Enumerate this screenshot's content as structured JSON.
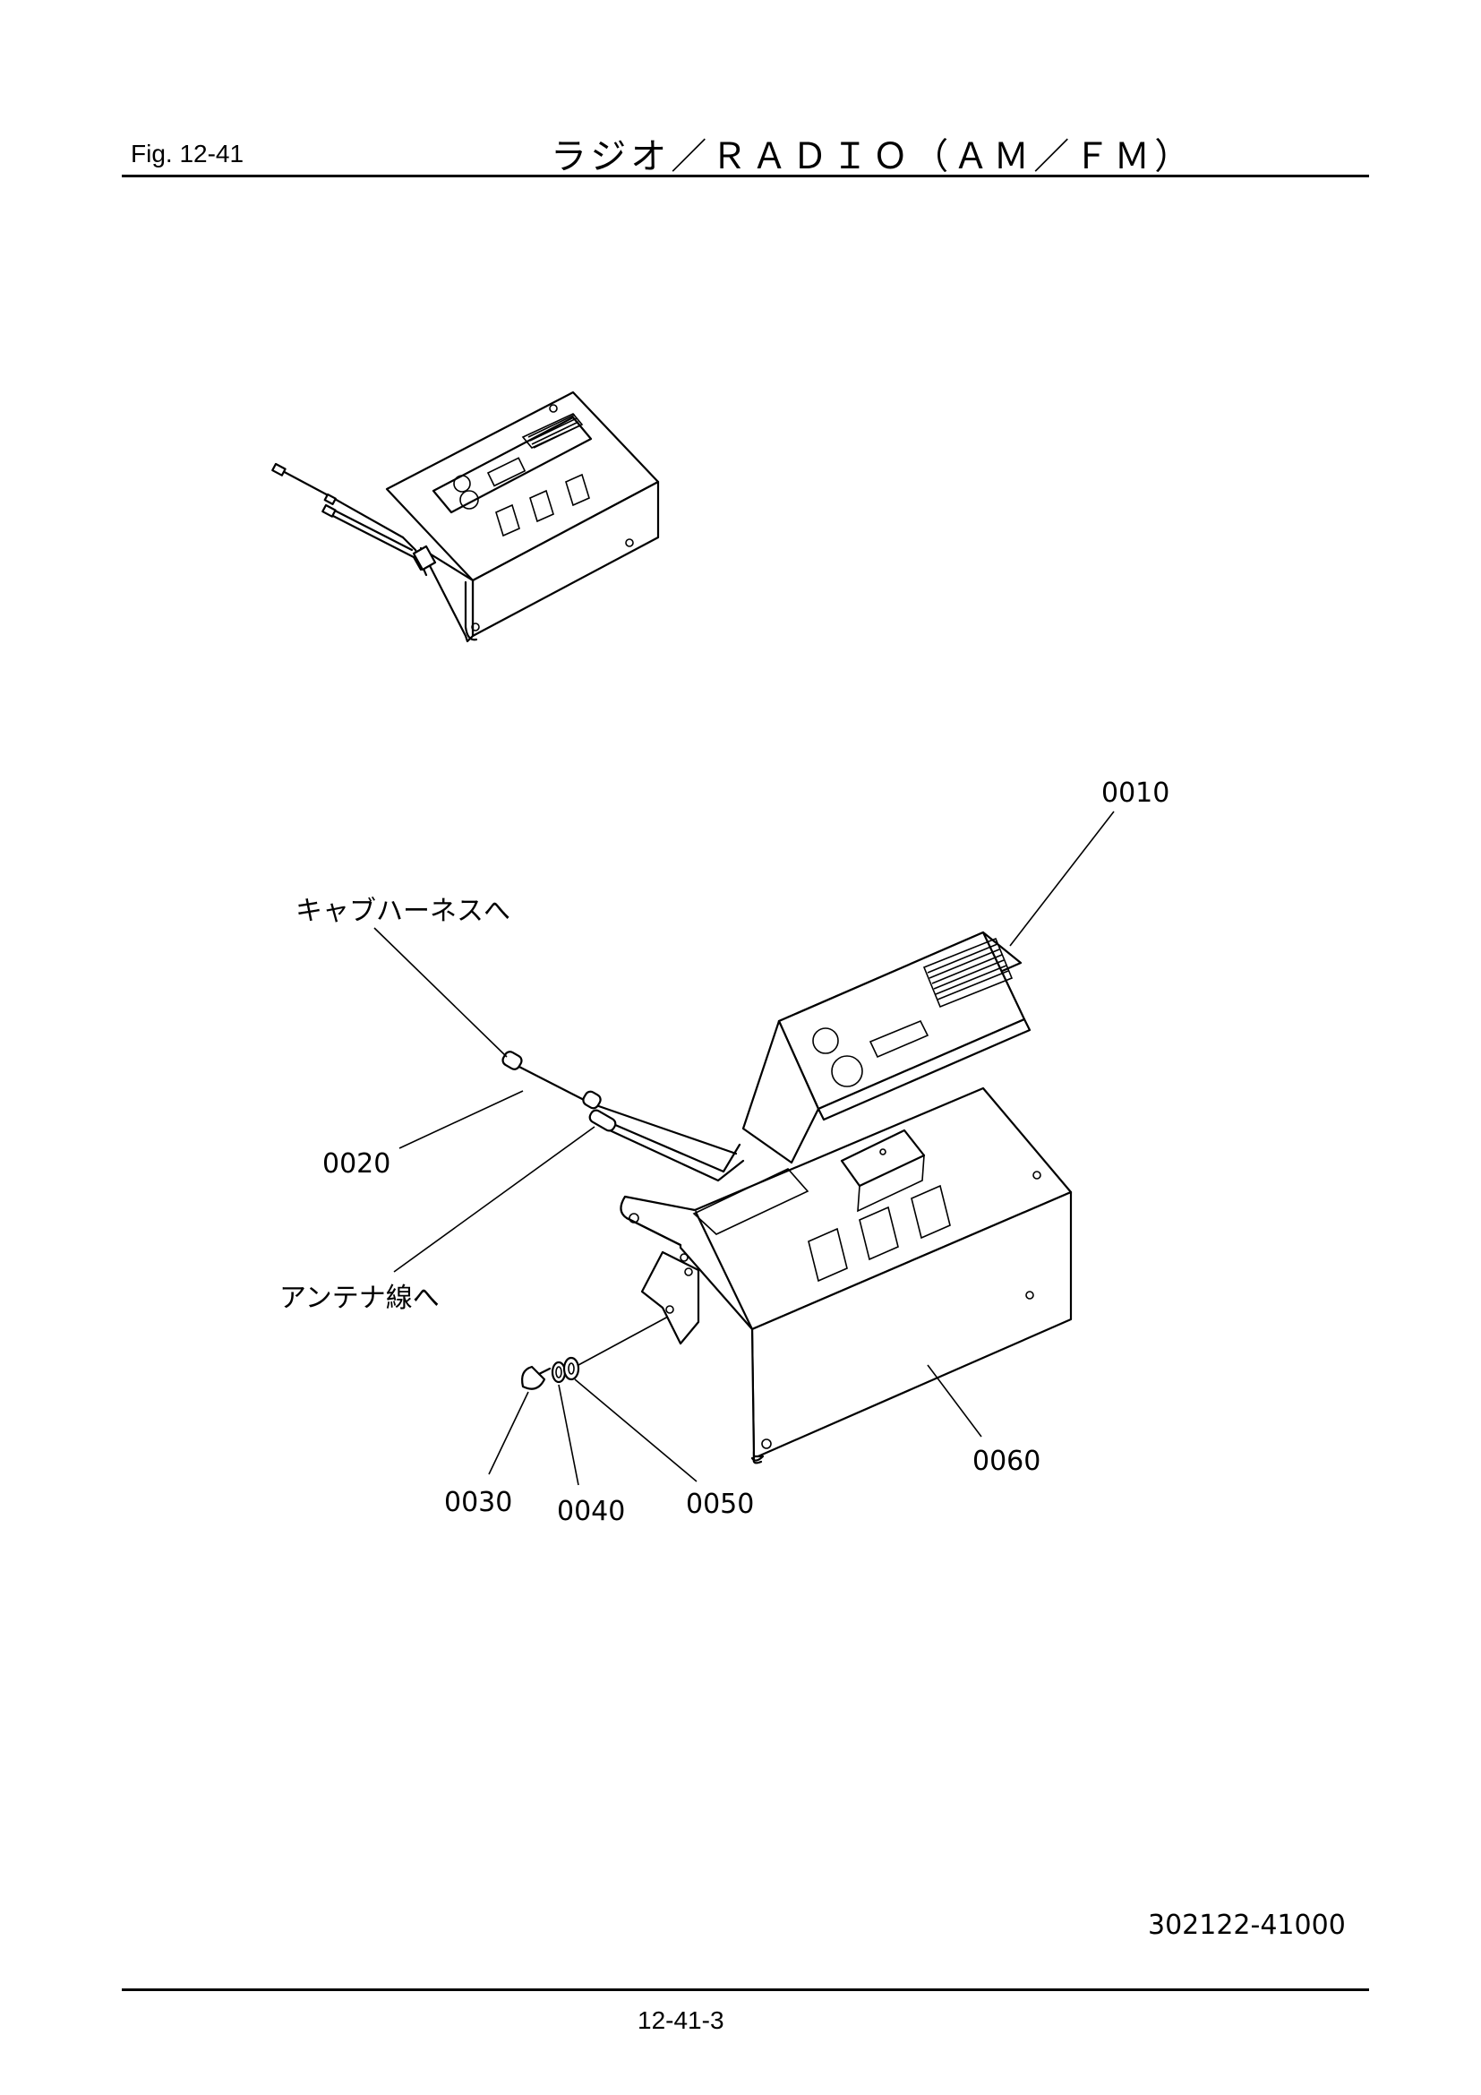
{
  "header": {
    "figure_number": "Fig.  12-41",
    "title": "ラジオ／ＲＡＤＩＯ（ＡＭ／ＦＭ）"
  },
  "callouts": {
    "p0010": "0010",
    "p0020": "0020",
    "p0030": "0030",
    "p0040": "0040",
    "p0050": "0050",
    "p0060": "0060",
    "to_cab_harness": "キャブハーネスへ",
    "to_antenna": "アンテナ線へ"
  },
  "footer": {
    "drawing_number": "302122-41000",
    "page_number": "12-41-3"
  }
}
